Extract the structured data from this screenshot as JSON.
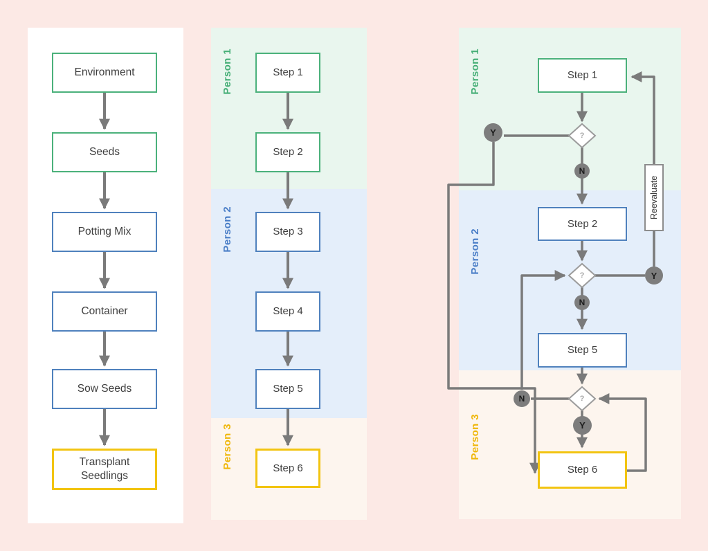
{
  "colors": {
    "page_background": "#fce9e5",
    "panel_background": "#ffffff",
    "green_accent": "#4bb17b",
    "blue_accent": "#4f81bd",
    "yellow_accent": "#f2c411",
    "lane_green_background": "#e9f6ee",
    "lane_blue_background": "#e4eefa",
    "lane_cream_background": "#fdf5ee",
    "connector_gray": "#7a7a7a"
  },
  "linear_flow": {
    "boxes": [
      {
        "label": "Environment",
        "accent": "green"
      },
      {
        "label": "Seeds",
        "accent": "green"
      },
      {
        "label": "Potting Mix",
        "accent": "blue"
      },
      {
        "label": "Container",
        "accent": "blue"
      },
      {
        "label": "Sow Seeds",
        "accent": "blue"
      },
      {
        "label": "Transplant Seedlings",
        "accent": "yellow"
      }
    ]
  },
  "swimlane_flow": {
    "lanes": [
      {
        "label": "Person 1",
        "accent": "green"
      },
      {
        "label": "Person 2",
        "accent": "blue"
      },
      {
        "label": "Person 3",
        "accent": "yellow"
      }
    ],
    "steps": [
      {
        "label": "Step 1",
        "accent": "green"
      },
      {
        "label": "Step 2",
        "accent": "green"
      },
      {
        "label": "Step 3",
        "accent": "blue"
      },
      {
        "label": "Step 4",
        "accent": "blue"
      },
      {
        "label": "Step 5",
        "accent": "blue"
      },
      {
        "label": "Step 6",
        "accent": "yellow"
      }
    ]
  },
  "decision_flow": {
    "lanes": [
      {
        "label": "Person 1",
        "accent": "green"
      },
      {
        "label": "Person 2",
        "accent": "blue"
      },
      {
        "label": "Person 3",
        "accent": "yellow"
      }
    ],
    "steps": [
      {
        "label": "Step 1",
        "accent": "green"
      },
      {
        "label": "Step 2",
        "accent": "blue"
      },
      {
        "label": "Step 5",
        "accent": "blue"
      },
      {
        "label": "Step 6",
        "accent": "yellow"
      }
    ],
    "decisions": [
      {
        "label": "?"
      },
      {
        "label": "?"
      },
      {
        "label": "?"
      }
    ],
    "branch_labels": {
      "yes": "Y",
      "no": "N"
    },
    "edge_label": "Reevaluate"
  }
}
